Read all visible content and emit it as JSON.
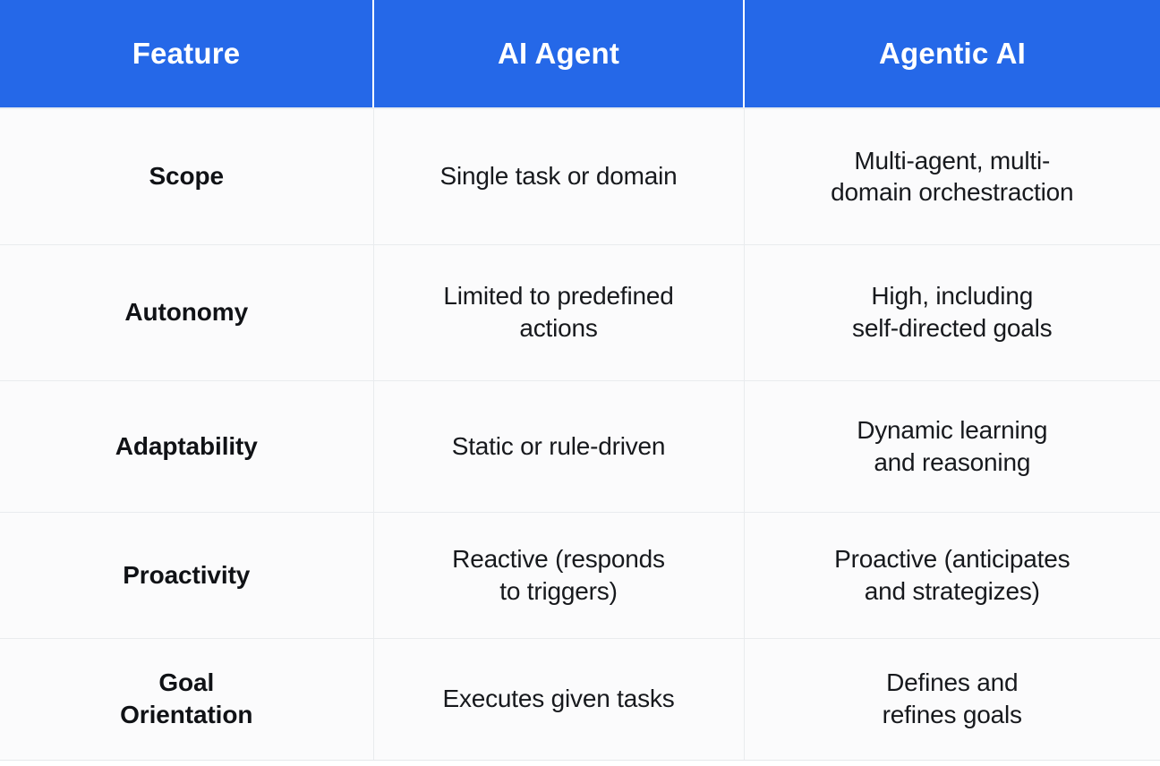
{
  "table": {
    "headers": [
      {
        "label": "Feature"
      },
      {
        "label": "AI Agent"
      },
      {
        "label": "Agentic AI"
      }
    ],
    "rows": [
      {
        "feature": "Scope",
        "ai_agent": "Single task or domain",
        "agentic_ai_line1": "Multi-agent, multi-",
        "agentic_ai_line2": "domain orchestraction"
      },
      {
        "feature": "Autonomy",
        "ai_agent_line1": "Limited to predefined",
        "ai_agent_line2": "actions",
        "agentic_ai_line1": "High, including",
        "agentic_ai_line2": "self-directed goals"
      },
      {
        "feature": "Adaptability",
        "ai_agent": "Static or rule-driven",
        "agentic_ai_line1": "Dynamic learning",
        "agentic_ai_line2": "and reasoning"
      },
      {
        "feature": "Proactivity",
        "ai_agent_line1": "Reactive (responds",
        "ai_agent_line2": "to triggers)",
        "agentic_ai_line1": "Proactive (anticipates",
        "agentic_ai_line2": "and strategizes)"
      },
      {
        "feature_line1": "Goal",
        "feature_line2": "Orientation",
        "ai_agent": "Executes given tasks",
        "agentic_ai_line1": "Defines and",
        "agentic_ai_line2": "refines goals"
      }
    ],
    "colors": {
      "header_background": "#2568e8",
      "header_text": "#ffffff",
      "body_background": "#fbfbfc",
      "body_text": "#17191d",
      "border": "#e9ebee"
    }
  }
}
